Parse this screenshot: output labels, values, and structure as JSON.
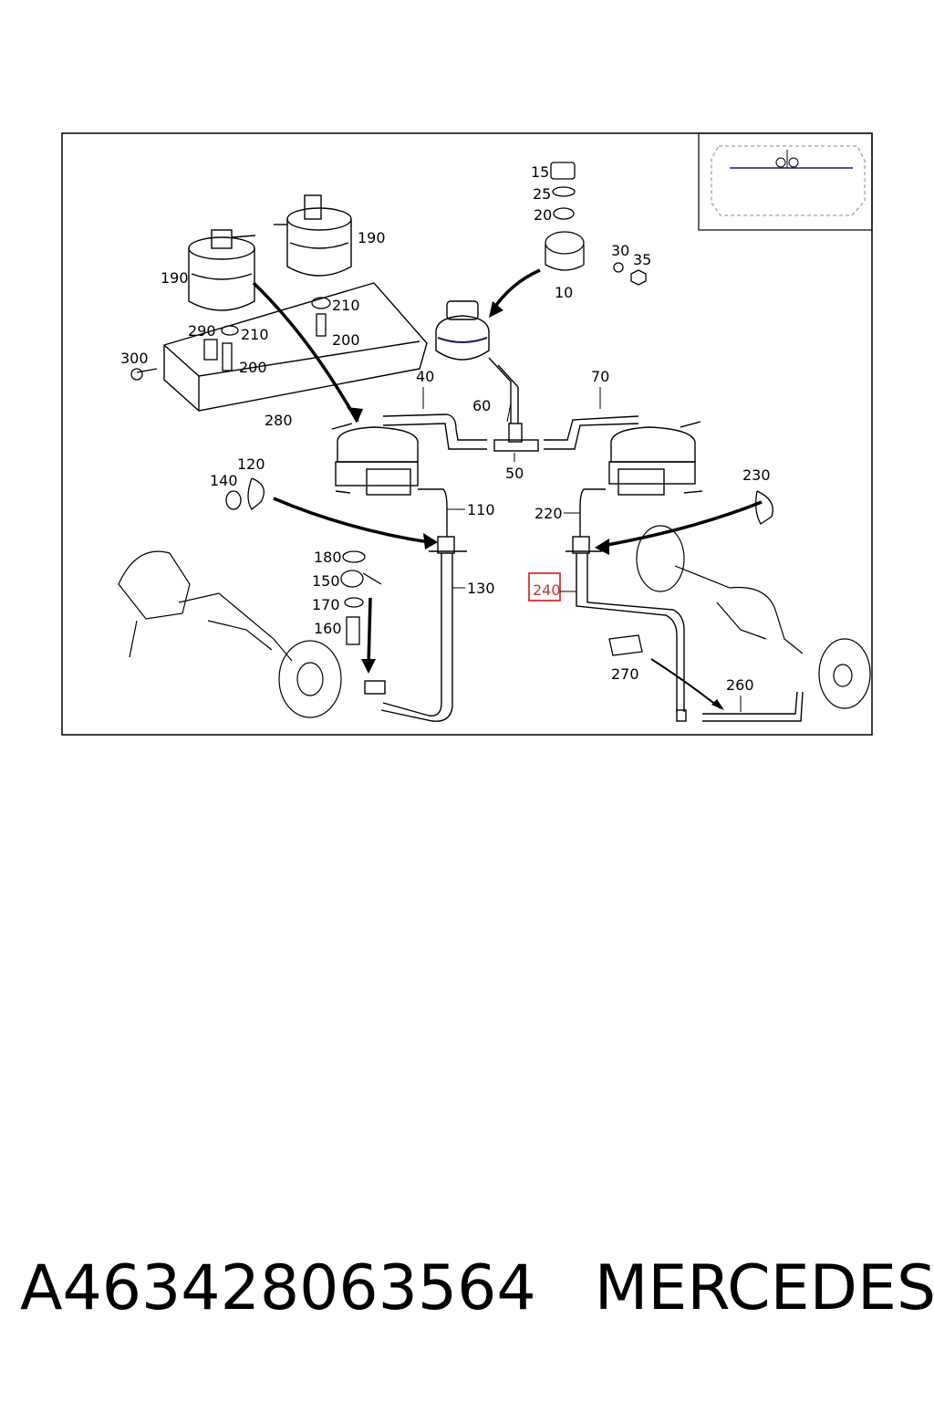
{
  "diagram": {
    "callouts": {
      "c15": "15",
      "c25": "25",
      "c20": "20",
      "c30": "30",
      "c35": "35",
      "c10": "10",
      "c190a": "190",
      "c190b": "190",
      "c210a": "210",
      "c210b": "210",
      "c200a": "200",
      "c200b": "200",
      "c290": "290",
      "c300": "300",
      "c280": "280",
      "c40": "40",
      "c60": "60",
      "c50": "50",
      "c70": "70",
      "c120": "120",
      "c140": "140",
      "c110": "110",
      "c130": "130",
      "c230": "230",
      "c220": "220",
      "c240": "240",
      "c180": "180",
      "c150": "150",
      "c170": "170",
      "c160": "160",
      "c270": "270",
      "c260": "260"
    },
    "highlight": {
      "label": "240",
      "color": "#e03030"
    },
    "colors": {
      "line": "#000000",
      "highlight": "#e03030",
      "accent": "#1a1a6e"
    }
  },
  "caption": {
    "part_number": "A463428063564",
    "brand": "MERCEDES"
  }
}
